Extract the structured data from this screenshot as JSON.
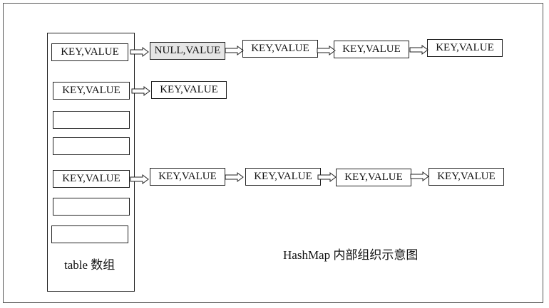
{
  "table": {
    "caption": "table 数组",
    "slots": [
      {
        "label": "KEY,VALUE"
      },
      {
        "label": "KEY,VALUE"
      },
      {
        "label": ""
      },
      {
        "label": ""
      },
      {
        "label": "KEY,VALUE"
      },
      {
        "label": ""
      },
      {
        "label": ""
      }
    ]
  },
  "chains": [
    {
      "nodes": [
        {
          "label": "NULL,VALUE",
          "highlighted": true
        },
        {
          "label": "KEY,VALUE",
          "highlighted": false
        },
        {
          "label": "KEY,VALUE",
          "highlighted": false
        },
        {
          "label": "KEY,VALUE",
          "highlighted": false
        }
      ]
    },
    {
      "nodes": [
        {
          "label": "KEY,VALUE",
          "highlighted": false
        }
      ]
    },
    {
      "nodes": [
        {
          "label": "KEY,VALUE",
          "highlighted": false
        },
        {
          "label": "KEY,VALUE",
          "highlighted": false
        },
        {
          "label": "KEY,VALUE",
          "highlighted": false
        },
        {
          "label": "KEY,VALUE",
          "highlighted": false
        }
      ]
    }
  ],
  "title": "HashMap 内部组织示意图",
  "colors": {
    "highlight_fill": "#e6e6e6",
    "stroke": "#222222"
  }
}
